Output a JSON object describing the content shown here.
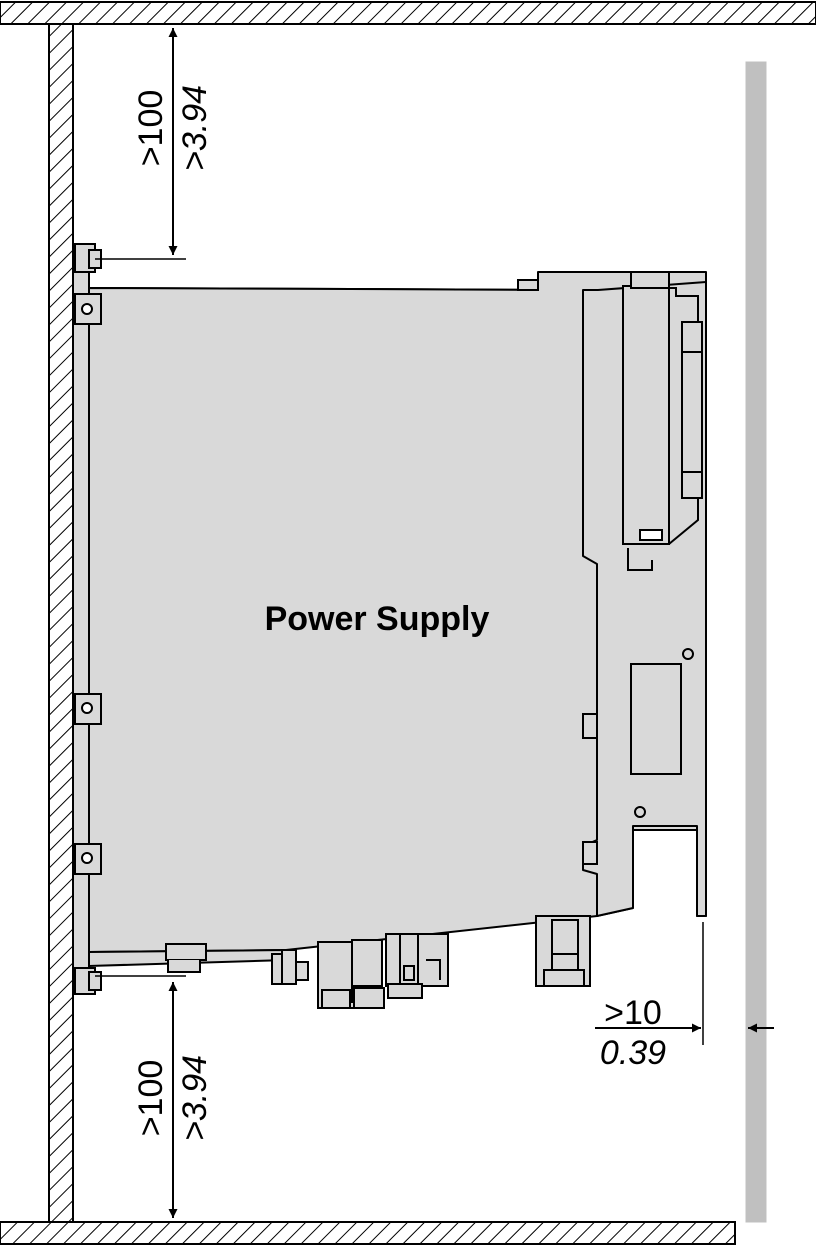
{
  "diagram": {
    "device_label": "Power Supply",
    "clearance_top": {
      "metric": ">100",
      "imperial": ">3.94"
    },
    "clearance_bottom": {
      "metric": ">100",
      "imperial": ">3.94"
    },
    "clearance_side": {
      "metric": ">10",
      "imperial": "0.39"
    }
  },
  "colors": {
    "device_fill": "#d9d9d9",
    "panel_fill": "#c0c0c0",
    "line": "#000000"
  }
}
